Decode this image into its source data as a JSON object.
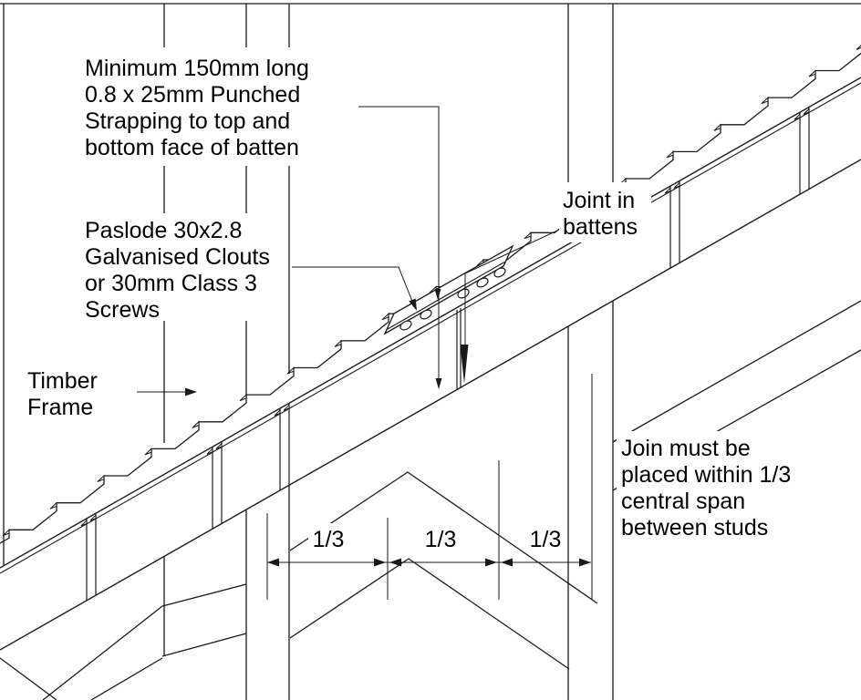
{
  "drawing": {
    "notes": {
      "strapping": [
        "Minimum 150mm long",
        "0.8 x 25mm Punched",
        "Strapping to top and",
        "bottom face of batten"
      ],
      "fixings": [
        "Paslode 30x2.8",
        "Galvanised Clouts",
        "or 30mm Class 3",
        "Screws"
      ],
      "joint": [
        "Joint in",
        "battens"
      ],
      "frame": [
        "Timber",
        "Frame"
      ],
      "join_location": [
        "Join must be",
        "placed within 1/3",
        "central span",
        "between studs"
      ]
    },
    "dimensions": {
      "thirds": [
        "1/3",
        "1/3",
        "1/3"
      ]
    },
    "colors": {
      "line": "#1a1a1a",
      "background": "#ffffff"
    }
  }
}
